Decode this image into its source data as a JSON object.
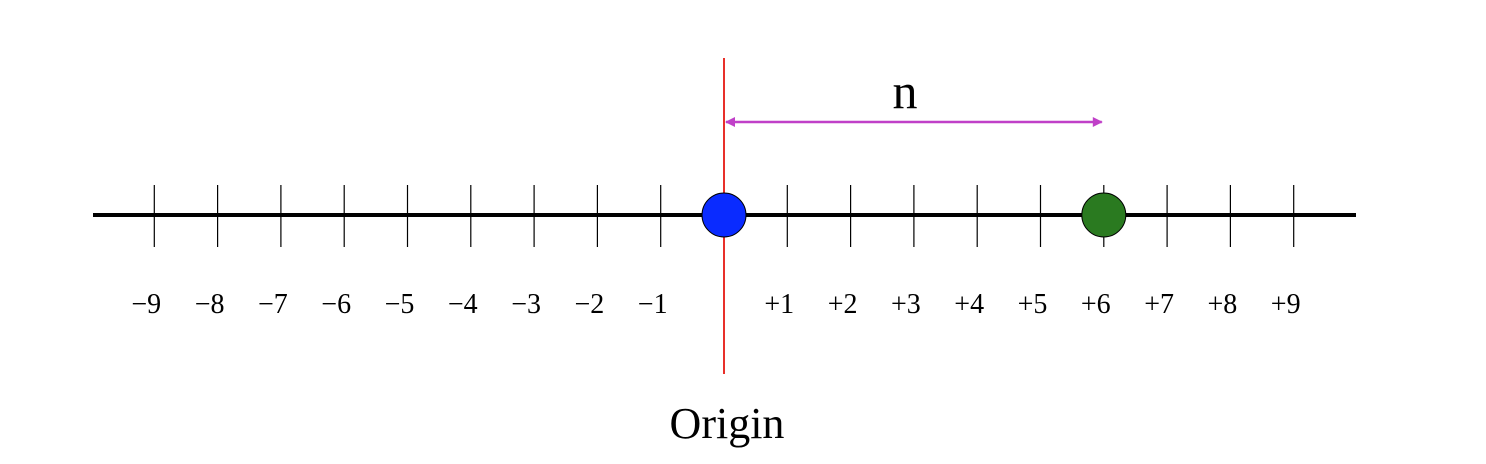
{
  "number_line": {
    "min": -9,
    "max": 9,
    "tick_labels": [
      {
        "value": -9,
        "text": "−9"
      },
      {
        "value": -8,
        "text": "−8"
      },
      {
        "value": -7,
        "text": "−7"
      },
      {
        "value": -6,
        "text": "−6"
      },
      {
        "value": -5,
        "text": "−5"
      },
      {
        "value": -4,
        "text": "−4"
      },
      {
        "value": -3,
        "text": "−3"
      },
      {
        "value": -2,
        "text": "−2"
      },
      {
        "value": -1,
        "text": "−1"
      },
      {
        "value": 1,
        "text": "+1"
      },
      {
        "value": 2,
        "text": "+2"
      },
      {
        "value": 3,
        "text": "+3"
      },
      {
        "value": 4,
        "text": "+4"
      },
      {
        "value": 5,
        "text": "+5"
      },
      {
        "value": 6,
        "text": "+6"
      },
      {
        "value": 7,
        "text": "+7"
      },
      {
        "value": 8,
        "text": "+8"
      },
      {
        "value": 9,
        "text": "+9"
      }
    ],
    "axis_color": "#000000"
  },
  "origin": {
    "value": 0,
    "label": "Origin",
    "line_color": "#e8302a",
    "point_color": "#0a2bff"
  },
  "point": {
    "value": 6,
    "color": "#2a7a20"
  },
  "distance": {
    "from": 0,
    "to": 6,
    "label": "n",
    "color": "#c040c8"
  }
}
